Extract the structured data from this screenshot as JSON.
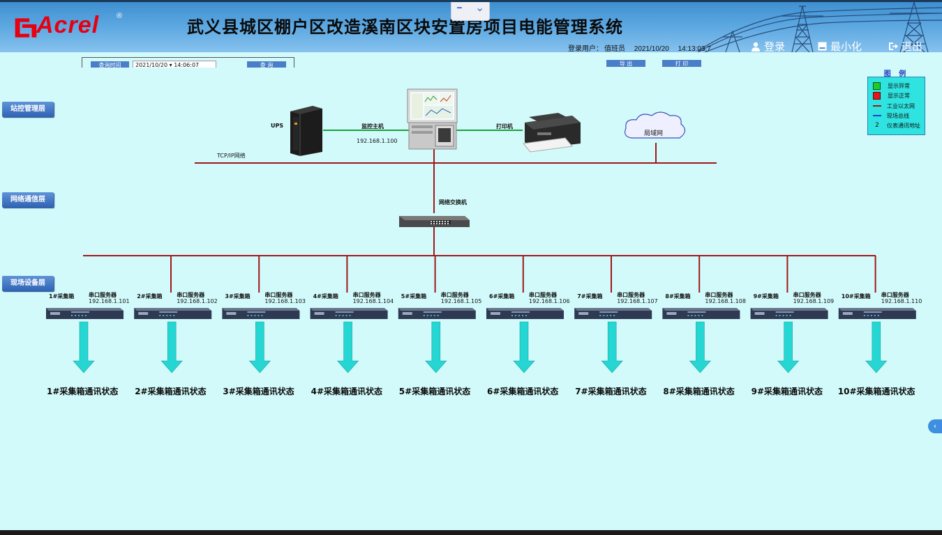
{
  "header": {
    "logo_text": "Acrel",
    "logo_reg": "®",
    "title": "武义县城区棚户区改造溪南区块安置房项目电能管理系统",
    "user_label": "登录用户：",
    "user_name": "值班员",
    "date": "2021/10/20",
    "time": "14:13:03.7",
    "login_label": "登录",
    "minimize_label": "最小化",
    "logout_label": "退出",
    "collapse_dash": "━",
    "collapse_chev": "⌄"
  },
  "toolbar": {
    "query_time_label": "查询时间",
    "date_value": "2021/10/20  ▾ 14:06:07",
    "query_button": "查 询",
    "export_button": "导 出",
    "print_button": "打 印"
  },
  "layers": {
    "station": "站控管理层",
    "network": "网络通信层",
    "field": "现场设备层"
  },
  "legend": {
    "title": "图 例",
    "items": [
      {
        "label": "显示异常",
        "color": "#1ecb2a"
      },
      {
        "label": "显示正常",
        "color": "#e8141c"
      },
      {
        "label": "工业以太网",
        "color": "#a0161a"
      },
      {
        "label": "现场总线",
        "color": "#1a3fd8"
      },
      {
        "label": "仪表通讯地址",
        "prefix": "2"
      }
    ]
  },
  "station": {
    "ups": "UPS",
    "host": "监控主机",
    "host_ip": "192.168.1.100",
    "printer": "打印机",
    "lan": "局域网",
    "tcpip": "TCP/IP网络",
    "switch": "网络交换机"
  },
  "devices": [
    {
      "box": "1#采集箱",
      "server": "串口服务器",
      "ip": "192.168.1.101",
      "status": "1#采集箱通讯状态"
    },
    {
      "box": "2#采集箱",
      "server": "串口服务器",
      "ip": "192.168.1.102",
      "status": "2#采集箱通讯状态"
    },
    {
      "box": "3#采集箱",
      "server": "串口服务器",
      "ip": "192.168.1.103",
      "status": "3#采集箱通讯状态"
    },
    {
      "box": "4#采集箱",
      "server": "串口服务器",
      "ip": "192.168.1.104",
      "status": "4#采集箱通讯状态"
    },
    {
      "box": "5#采集箱",
      "server": "串口服务器",
      "ip": "192.168.1.105",
      "status": "5#采集箱通讯状态"
    },
    {
      "box": "6#采集箱",
      "server": "串口服务器",
      "ip": "192.168.1.106",
      "status": "6#采集箱通讯状态"
    },
    {
      "box": "7#采集箱",
      "server": "串口服务器",
      "ip": "192.168.1.107",
      "status": "7#采集箱通讯状态"
    },
    {
      "box": "8#采集箱",
      "server": "串口服务器",
      "ip": "192.168.1.108",
      "status": "8#采集箱通讯状态"
    },
    {
      "box": "9#采集箱",
      "server": "串口服务器",
      "ip": "192.168.1.109",
      "status": "9#采集箱通讯状态"
    },
    {
      "box": "10#采集箱",
      "server": "串口服务器",
      "ip": "192.168.1.110",
      "status": "10#采集箱通讯状态"
    }
  ],
  "colors": {
    "ethernet": "#a0161a",
    "link_green": "#17a23a",
    "arrow": "#25d6d2",
    "background": "#d2fafa"
  },
  "side_tab": "‹"
}
